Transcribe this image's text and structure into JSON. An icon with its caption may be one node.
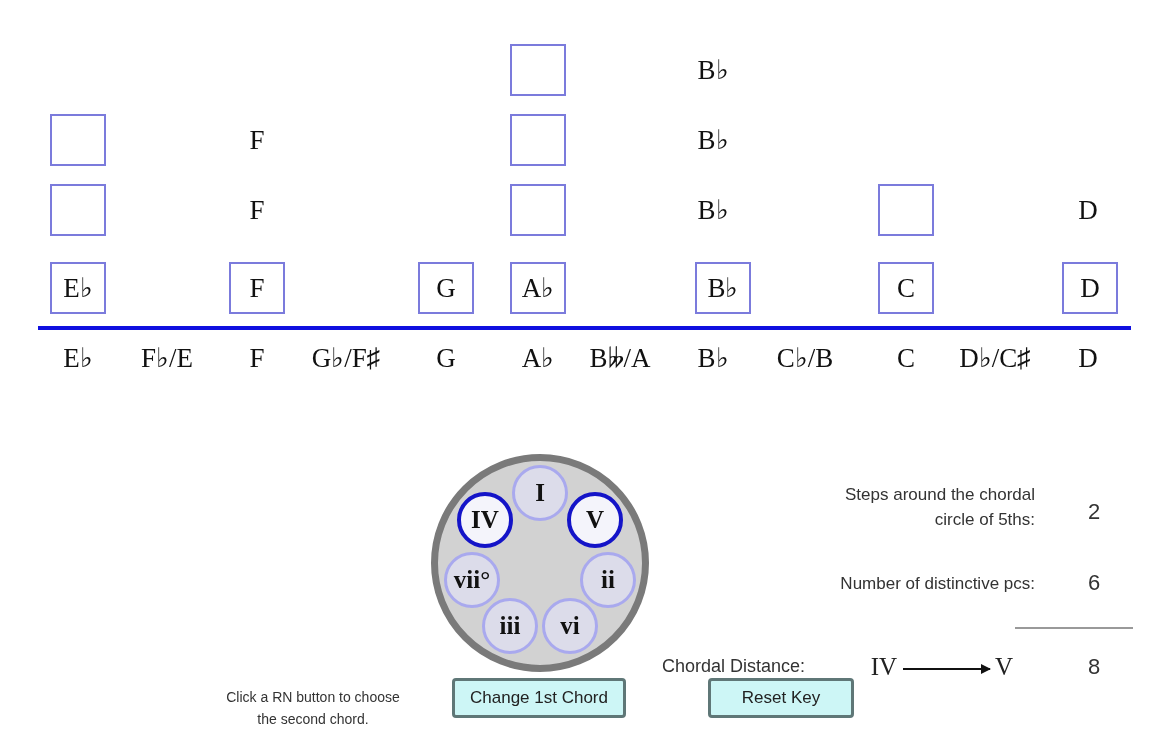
{
  "diagram": {
    "nodes": [
      {
        "text": [],
        "shape": "box"
      },
      {
        "text": [],
        "shape": "box"
      },
      {
        "text": [],
        "shape": "box"
      },
      {
        "text": [],
        "shape": "box"
      },
      {
        "text": [],
        "shape": "box"
      },
      {
        "text": [],
        "shape": "box"
      },
      {
        "text": [
          "E♭"
        ]
      },
      {
        "text": [
          "F"
        ]
      },
      {
        "text": [
          "G"
        ]
      },
      {
        "text": [
          "A♭"
        ]
      },
      {
        "text": [
          "B♭"
        ]
      },
      {
        "text": [
          "C"
        ]
      },
      {
        "text": [
          "D"
        ]
      },
      {
        "text": [],
        "shape": "circle"
      },
      {
        "text": [
          "I"
        ],
        "in": 13
      },
      {
        "text": [
          "IV"
        ],
        "in": 13
      },
      {
        "text": [
          "V"
        ],
        "in": 13
      },
      {
        "text": [
          "vii°"
        ],
        "in": 13
      },
      {
        "text": [
          "ii"
        ],
        "in": 13
      },
      {
        "text": [
          "iii"
        ],
        "in": 13
      },
      {
        "text": [
          "vi"
        ],
        "in": 13
      },
      {
        "text": [
          "IV"
        ]
      },
      {
        "text": [
          "V"
        ]
      },
      {
        "text": [
          "Change 1st Chord"
        ]
      },
      {
        "text": [
          "Reset Key"
        ]
      }
    ],
    "edges": [
      {
        "from": 21,
        "to": 22,
        "arrow": "to"
      }
    ],
    "labels": [
      "B♭",
      "F",
      "B♭",
      "F",
      "B♭",
      "D",
      "E♭",
      "F♭/E",
      "F",
      "G♭/F♯",
      "G",
      "A♭",
      "B𝄫/A",
      "B♭",
      "C♭/B",
      "C",
      "D♭/C♯",
      "D",
      "Steps around the chordal circle of 5ths:",
      "2",
      "Number of distinctive pcs:",
      "6",
      "Chordal Distance:",
      "8",
      "Click a RN button to choose the second chord."
    ]
  }
}
